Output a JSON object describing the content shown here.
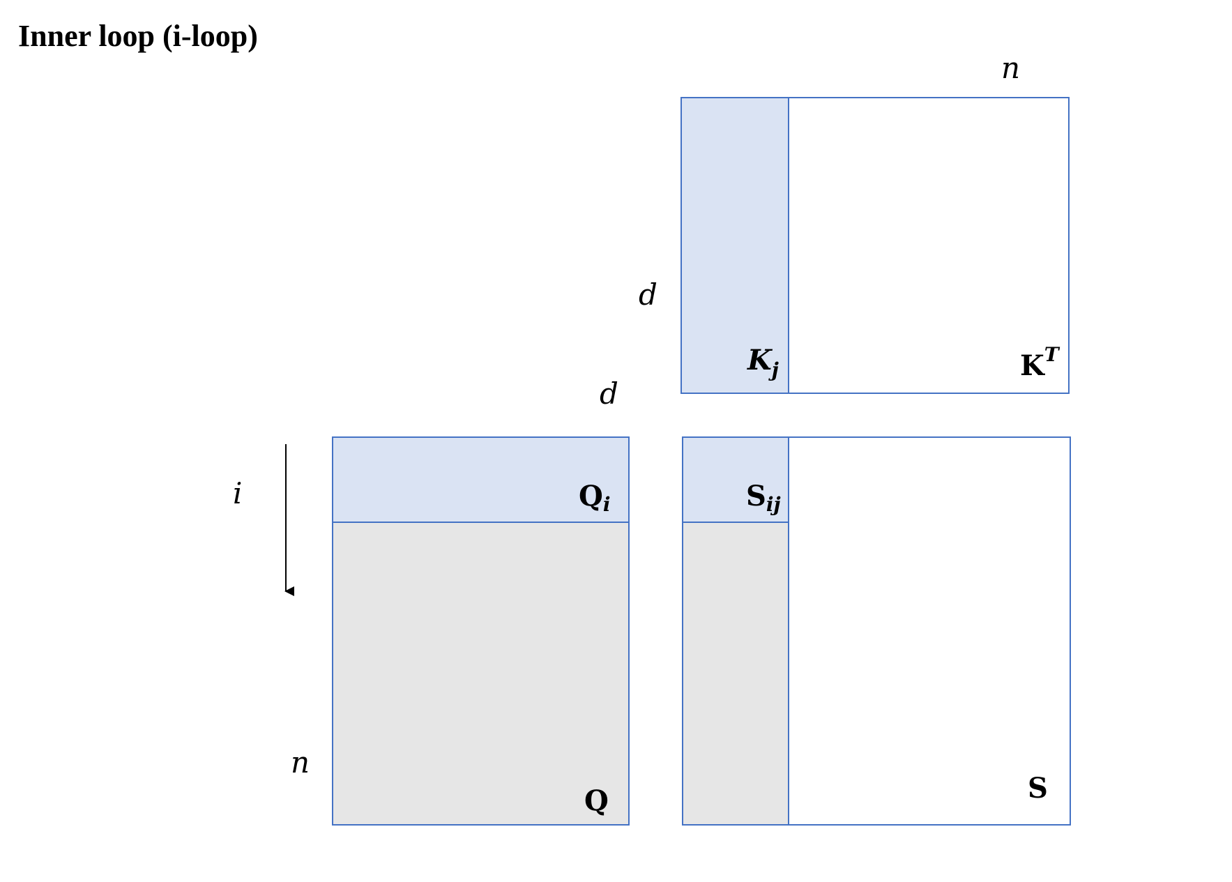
{
  "title": "Inner loop (i-loop)",
  "colors": {
    "border": "#4472c4",
    "highlight": "#dae3f3",
    "processed": "#e6e6e6",
    "background": "#ffffff",
    "arrow": "#000000"
  },
  "kt_matrix": {
    "label_base": "K",
    "label_sup": "T",
    "dim_top": "n",
    "dim_left": "d",
    "block": {
      "label_base": "K",
      "label_sub": "j"
    }
  },
  "q_matrix": {
    "label": "Q",
    "dim_top": "d",
    "dim_left": "n",
    "block": {
      "label_base": "Q",
      "label_sub": "i"
    }
  },
  "s_matrix": {
    "label": "S",
    "block": {
      "label_base": "S",
      "label_sub": "ij"
    }
  },
  "iteration": {
    "label": "i",
    "arrow_icon": "down-arrow-icon"
  }
}
